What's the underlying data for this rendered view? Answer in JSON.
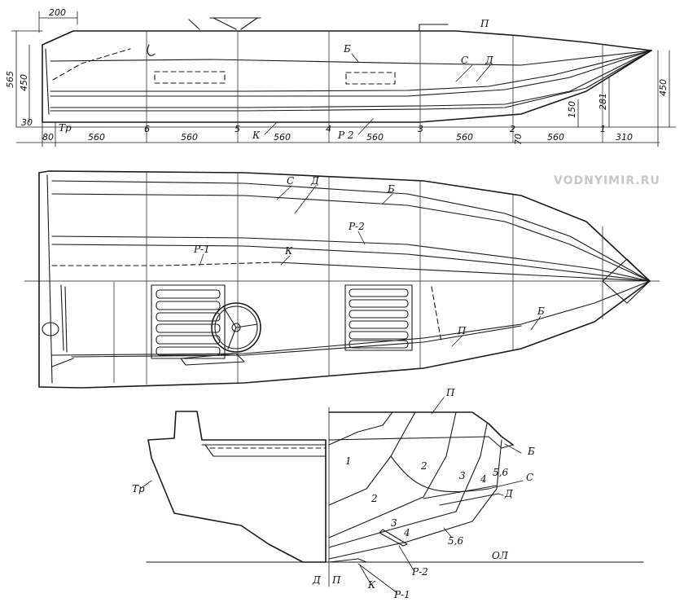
{
  "watermark": "VODNYIMIR.RU",
  "side_view": {
    "top_dims": {
      "overhang": "200"
    },
    "left_dims": {
      "height_total": "565",
      "height_transom": "450",
      "keel_drop": "30",
      "transom_offset": "80"
    },
    "right_dims": {
      "height_bow": "450",
      "chine_281": "281",
      "chine_150": "150",
      "offset_70": "70"
    },
    "station_spacings": [
      "560",
      "560",
      "560",
      "560",
      "560",
      "560",
      "310"
    ],
    "stations": [
      "6",
      "5",
      "4",
      "3",
      "2",
      "1"
    ],
    "labels": {
      "p": "П",
      "b": "Б",
      "s": "С",
      "d": "Д",
      "k": "К",
      "p2": "Р 2",
      "tr": "Тр"
    }
  },
  "plan_view": {
    "labels": {
      "s": "С",
      "d": "Д",
      "b_top": "Б",
      "p2": "Р-2",
      "p1": "Р-1",
      "k": "К",
      "p": "П",
      "b_bot": "Б"
    }
  },
  "body_plan": {
    "labels": {
      "p": "П",
      "b": "Б",
      "tr": "Тр",
      "s": "С",
      "d": "Д",
      "p56": "5,6",
      "st1": "1",
      "st2": "2",
      "st2b": "2",
      "st3": "3",
      "st3b": "3",
      "st4": "4",
      "st4b": "4",
      "st5_6": "5,6",
      "r2": "Р-2",
      "r1": "Р-1",
      "ol": "ОЛ",
      "bottom_d": "Д",
      "bottom_p": "П",
      "bottom_k": "К"
    }
  }
}
